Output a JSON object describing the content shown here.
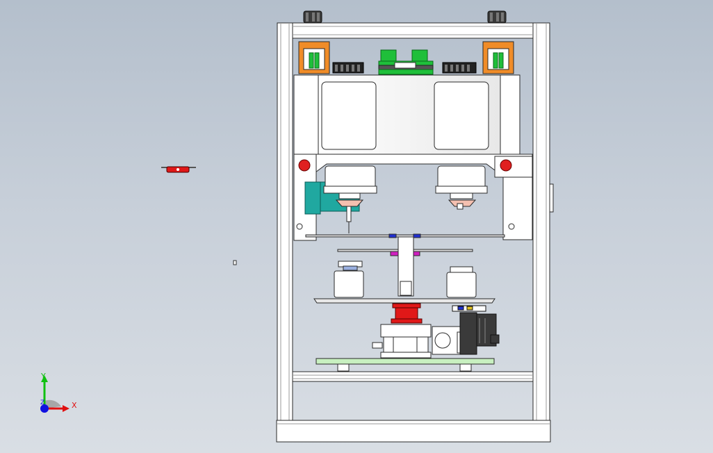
{
  "viewport": {
    "view": "front",
    "background_top": "#b4bfcc",
    "background_bottom": "#d9dee4"
  },
  "triad": {
    "x_label": "X",
    "y_label": "Y",
    "z_label": "Z",
    "x_color": "#e01010",
    "y_color": "#10c010",
    "z_color": "#1010e0"
  },
  "colors": {
    "frame": "#ffffff",
    "edge": "#2a2a2a",
    "orange_bracket": "#f08c28",
    "green_part": "#1fbf3a",
    "teal_block": "#20a8a0",
    "red_button": "#e02020",
    "red_spool": "#e01818",
    "magenta_tab": "#d020c0",
    "blue_tab": "#2030d0",
    "base_plate": "#c8f0c0",
    "dark_motor": "#3a3a3a"
  }
}
